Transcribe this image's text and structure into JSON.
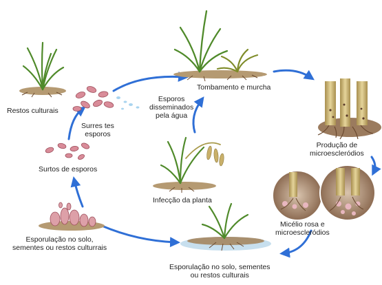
{
  "labels": {
    "restos_culturais": "Restos culturais",
    "surres_esporos": [
      "Surres tes",
      "esporos"
    ],
    "esporos_disseminados": [
      "Esporos",
      "disseminados",
      "pela água"
    ],
    "tombamento": "Tombamento e murcha",
    "producao": [
      "Produção de",
      "microescleródios"
    ],
    "micelio": [
      "Micélio rosa e",
      "microescleródios"
    ],
    "infeccao": "Infecção da planta",
    "surtos": "Surtos de esporos",
    "esporulacao_esq": [
      "Esporulação no solo,",
      "sementes ou restos culturrais"
    ],
    "esporulacao_baixo": [
      "Esporulação no solo, sementes",
      "ou restos culturais"
    ]
  },
  "colors": {
    "arrow": "#2f6fd6",
    "leaf": "#4f8a2a",
    "leaf_dark": "#356a1c",
    "soil": "#8a6a4a",
    "root": "#6b4a30",
    "spore": "#d98c99",
    "stem": "#c9b06a",
    "water": "#a9d4ef"
  }
}
